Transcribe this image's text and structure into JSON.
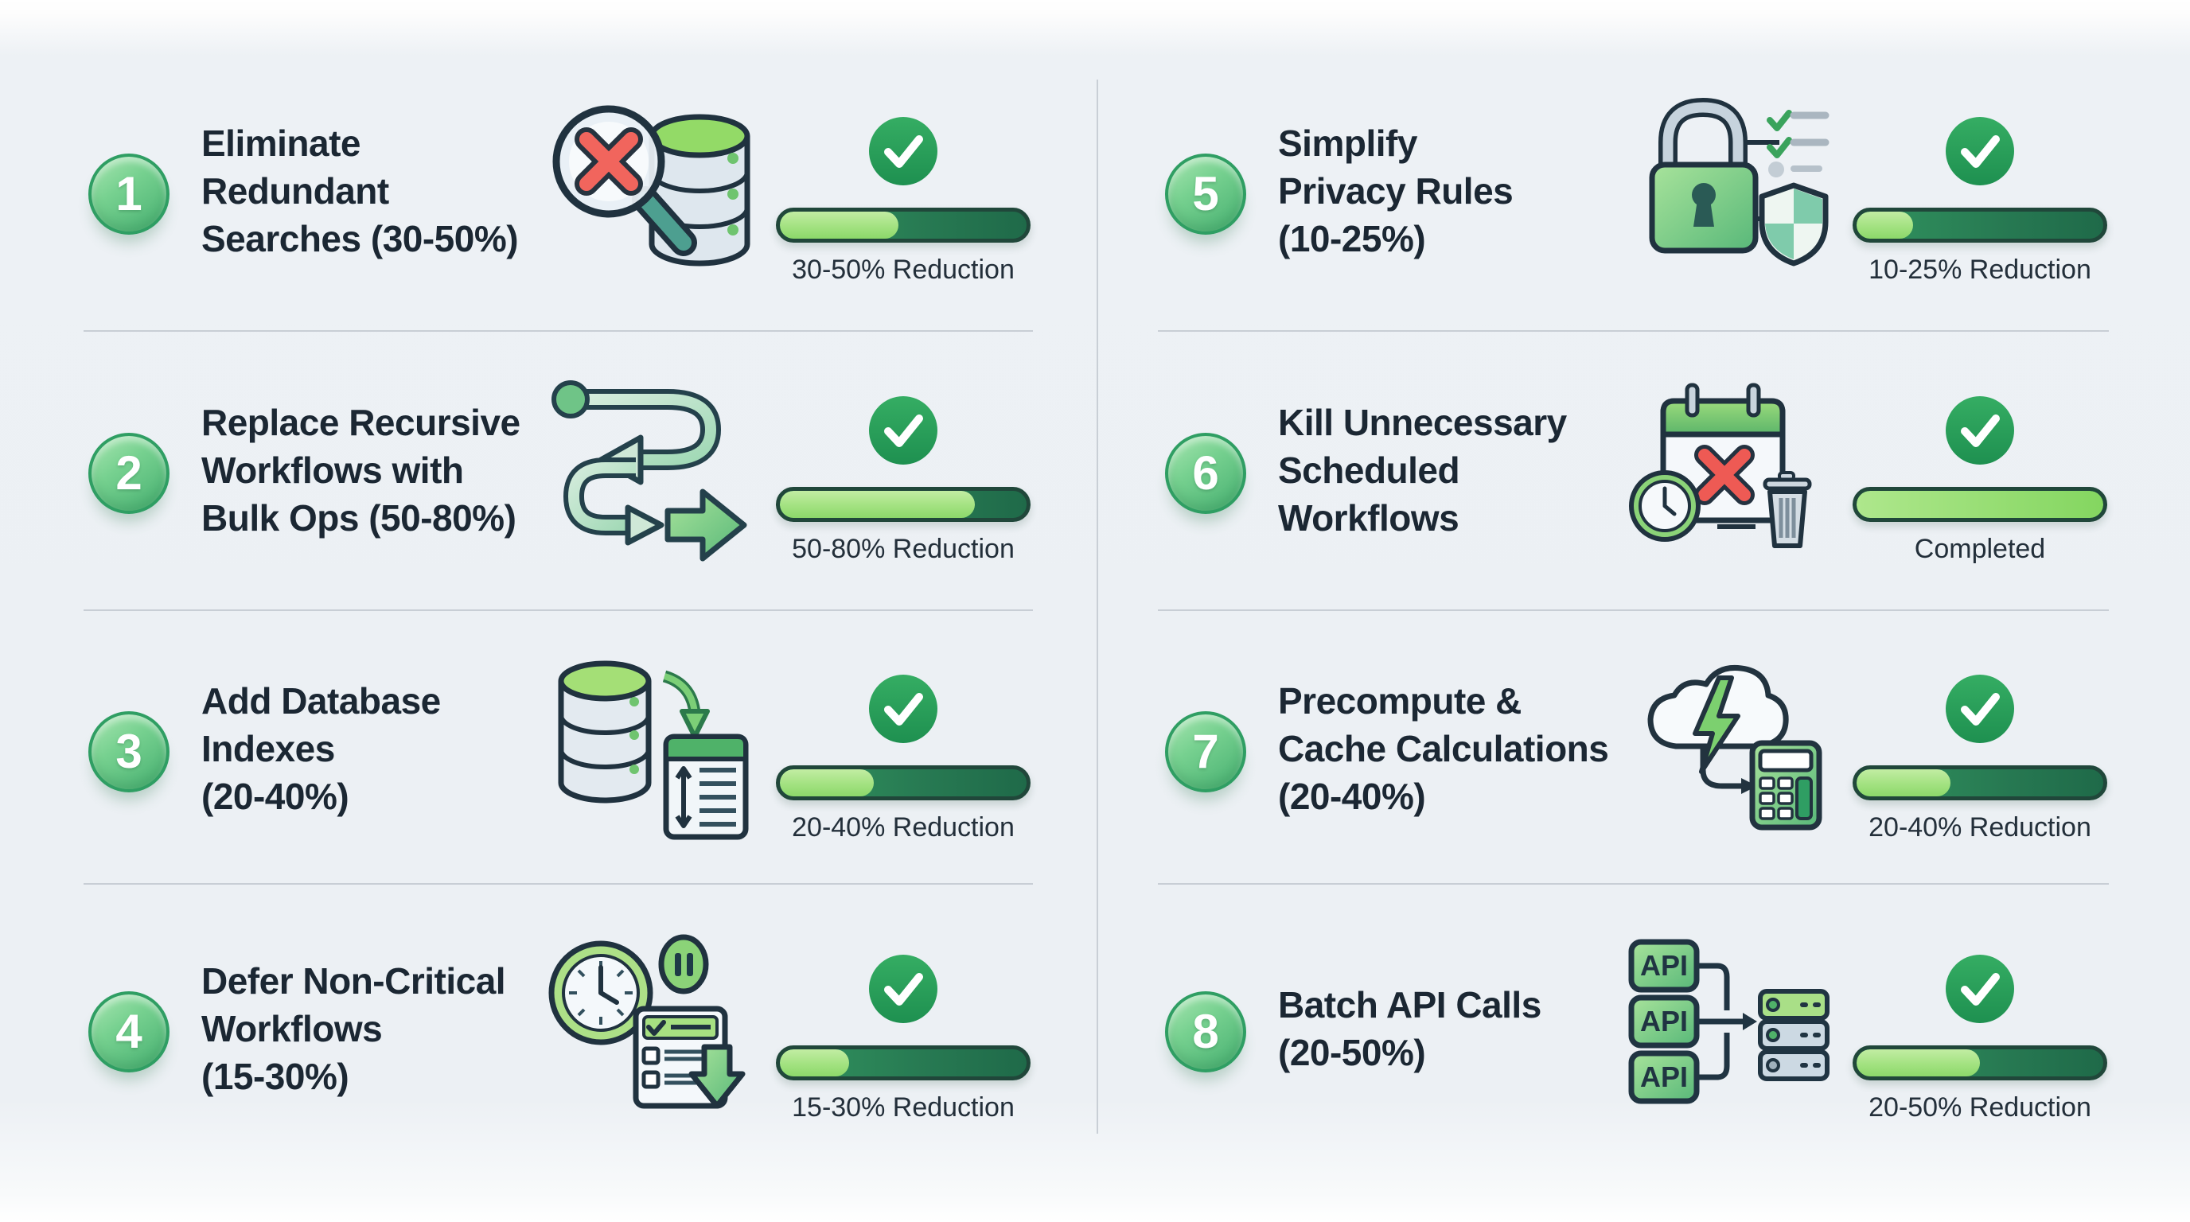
{
  "page": {
    "background": "#edf1f5"
  },
  "colors": {
    "title_text": "#1b2733",
    "caption_text": "#232f3a",
    "badge_green": "#77d190",
    "badge_ring": "#2f9e63",
    "check_green": "#27a35a",
    "bar_light_fill": "#a3e281",
    "bar_dark_track": "#277952",
    "bar_border": "#20473a",
    "divider": "#c8ced5",
    "alert_red": "#ef6158",
    "outline_dark": "#20323f"
  },
  "items": [
    {
      "number": "1",
      "title_lines": [
        "Eliminate",
        "Redundant",
        "Searches (30-50%)"
      ],
      "icon": "magnifier-x-database",
      "progress_percent": 48,
      "progress_label": "30-50% Reduction"
    },
    {
      "number": "2",
      "title_lines": [
        "Replace Recursive",
        "Workflows with",
        "Bulk Ops (50-80%)"
      ],
      "icon": "recursive-arrows-bulk",
      "progress_percent": 79,
      "progress_label": "50-80% Reduction"
    },
    {
      "number": "3",
      "title_lines": [
        "Add Database",
        "Indexes",
        "(20-40%)"
      ],
      "icon": "database-index-card",
      "progress_percent": 38,
      "progress_label": "20-40% Reduction"
    },
    {
      "number": "4",
      "title_lines": [
        "Defer Non-Critical",
        "Workflows",
        "(15-30%)"
      ],
      "icon": "clock-pause-checklist",
      "progress_percent": 28,
      "progress_label": "15-30% Reduction"
    },
    {
      "number": "5",
      "title_lines": [
        "Simplify",
        "Privacy Rules",
        "(10-25%)"
      ],
      "icon": "lock-shield-checklist",
      "progress_percent": 23,
      "progress_label": "10-25% Reduction"
    },
    {
      "number": "6",
      "title_lines": [
        "Kill Unnecessary",
        "Scheduled",
        "Workflows"
      ],
      "icon": "calendar-x-trash-clock",
      "progress_percent": 100,
      "progress_label": "Completed"
    },
    {
      "number": "7",
      "title_lines": [
        "Precompute &",
        "Cache Calculations",
        "(20-40%)"
      ],
      "icon": "cloud-bolt-calculator",
      "progress_percent": 38,
      "progress_label": "20-40% Reduction"
    },
    {
      "number": "8",
      "title_lines": [
        "Batch API Calls",
        "(20-50%)"
      ],
      "icon": "api-batch-server",
      "api_labels": [
        "API",
        "API",
        "API"
      ],
      "progress_percent": 50,
      "progress_label": "20-50% Reduction"
    }
  ]
}
